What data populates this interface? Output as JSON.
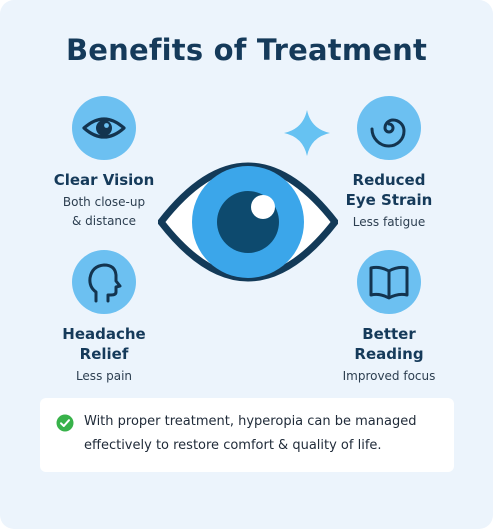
{
  "title": "Benefits of Treatment",
  "benefits": [
    {
      "title_lines": [
        "Clear Vision"
      ],
      "subtitle_lines": [
        "Both close-up",
        "& distance"
      ],
      "icon": "eye-icon"
    },
    {
      "title_lines": [
        "Reduced",
        "Eye Strain"
      ],
      "subtitle_lines": [
        "Less fatigue"
      ],
      "icon": "spiral-icon"
    },
    {
      "title_lines": [
        "Headache",
        "Relief"
      ],
      "subtitle_lines": [
        "Less pain"
      ],
      "icon": "head-profile-icon"
    },
    {
      "title_lines": [
        "Better",
        "Reading"
      ],
      "subtitle_lines": [
        "Improved focus"
      ],
      "icon": "open-book-icon"
    }
  ],
  "note": {
    "lines": [
      "With proper treatment, hyperopia can be managed",
      "effectively to restore comfort & quality of life."
    ],
    "icon": "check-circle-icon"
  },
  "colors": {
    "background": "#ecf4fc",
    "title": "#153a5a",
    "icon_circle": "#6cc0f1",
    "iris": "#3ba6ea",
    "pupil": "#0d4a6e",
    "sparkle": "#66c2f2",
    "check": "#38b24a"
  }
}
